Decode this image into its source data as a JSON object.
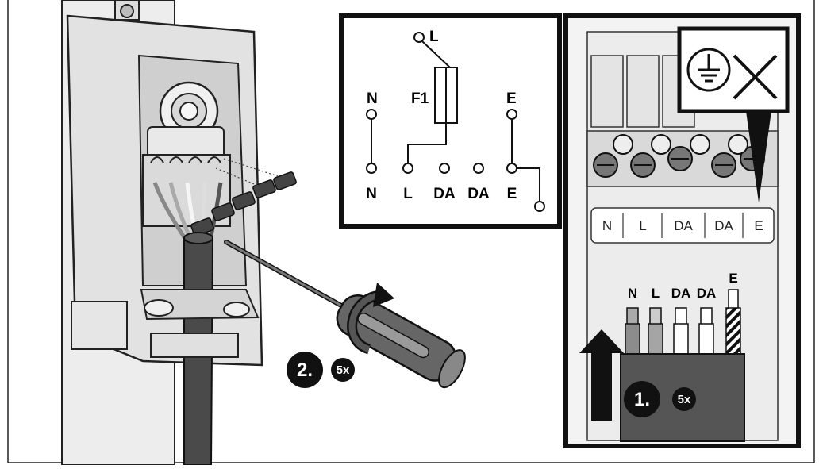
{
  "schematic": {
    "top_label": "L",
    "fuse_label": "F1",
    "upper_labels": [
      "N",
      "E"
    ],
    "lower_labels": [
      "N",
      "L",
      "DA",
      "DA",
      "E"
    ]
  },
  "terminal_block": {
    "labels": [
      "N",
      "L",
      "DA",
      "DA",
      "E"
    ]
  },
  "cable_wires": {
    "labels": [
      "N",
      "L",
      "DA",
      "DA",
      "E"
    ]
  },
  "steps": [
    {
      "number": "1.",
      "count": "5x"
    },
    {
      "number": "2.",
      "count": "5x"
    }
  ],
  "icons": [
    "protective-earth-icon",
    "cross-icon",
    "rotation-arrow-icon",
    "push-arrow-icon",
    "screwdriver-icon"
  ]
}
